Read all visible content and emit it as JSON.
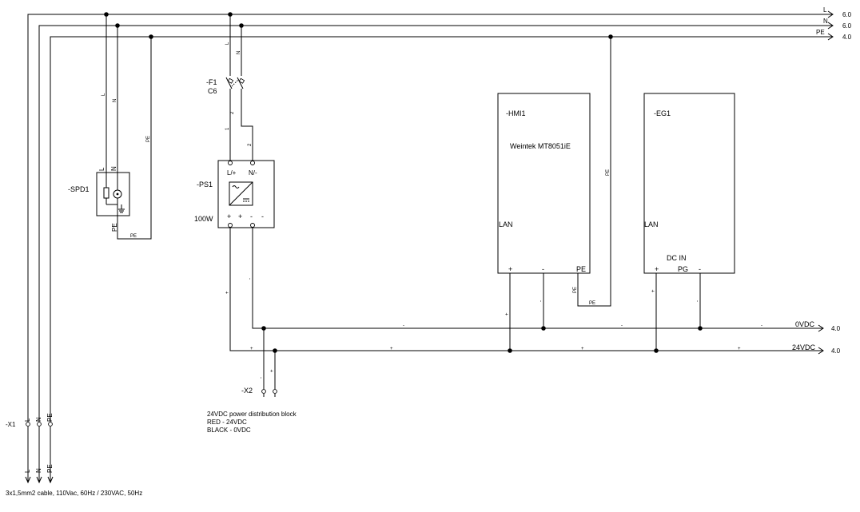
{
  "rails": {
    "l": {
      "label": "L",
      "ref": "6.0"
    },
    "n": {
      "label": "N",
      "ref": "6.0"
    },
    "pe": {
      "label": "PE",
      "ref": "4.0"
    },
    "zero_vdc": {
      "label": "0VDC",
      "ref": "4.0"
    },
    "plus_24vdc": {
      "label": "24VDC",
      "ref": "4.0"
    }
  },
  "wire_marks": {
    "l": "L",
    "n": "N",
    "pe": "PE",
    "plus": "+",
    "minus": "-"
  },
  "spd1": {
    "name": "-SPD1",
    "term_l": "L",
    "term_n": "N",
    "term_pe": "PE"
  },
  "f1": {
    "name": "-F1",
    "rating": "C6",
    "term_in": "1",
    "term_out": "2"
  },
  "ps1": {
    "name": "-PS1",
    "power": "100W",
    "term_l": "L/+",
    "term_n": "N/-",
    "out_plus": "+",
    "out_minus": "-"
  },
  "hmi1": {
    "name": "-HMI1",
    "model": "Weintek MT8051iE",
    "lan": "LAN",
    "plus": "+",
    "minus": "-",
    "pe": "PE"
  },
  "eg1": {
    "name": "-EG1",
    "lan": "LAN",
    "dcin": "DC IN",
    "plus": "+",
    "pg": "PG",
    "minus": "-"
  },
  "x1": {
    "name": "-X1",
    "l": "L",
    "n": "N",
    "pe": "PE",
    "cable_note": "3x1,5mm2 cable, 110Vac, 60Hz / 230VAC, 50Hz"
  },
  "x2": {
    "name": "-X2",
    "note_line1": "24VDC power distribution block",
    "note_line2": "RED - 24VDC",
    "note_line3": "BLACK - 0VDC"
  }
}
